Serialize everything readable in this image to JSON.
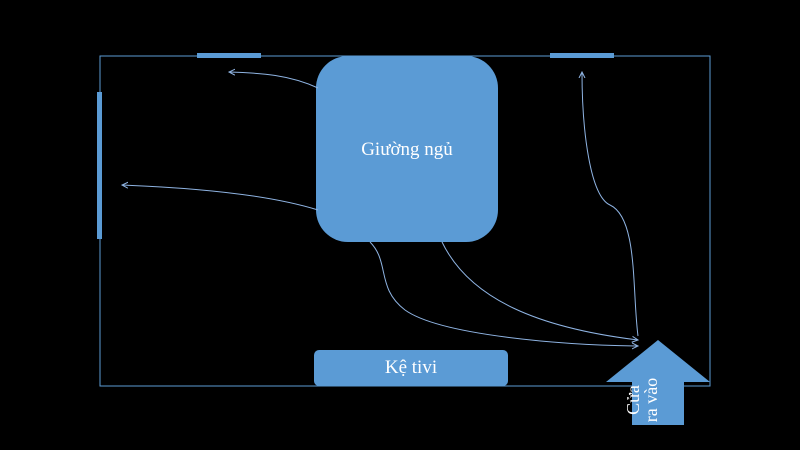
{
  "colors": {
    "background": "#000000",
    "shape_fill": "#5b9bd5",
    "wall_line": "#5b9bd5",
    "arrow_line": "#8fb4e3",
    "label_text": "#ffffff"
  },
  "bed": {
    "label": "Giường ngủ"
  },
  "tv_stand": {
    "label": "Kệ tivi"
  },
  "door": {
    "line1": "Cửa",
    "line2": "ra vào"
  }
}
